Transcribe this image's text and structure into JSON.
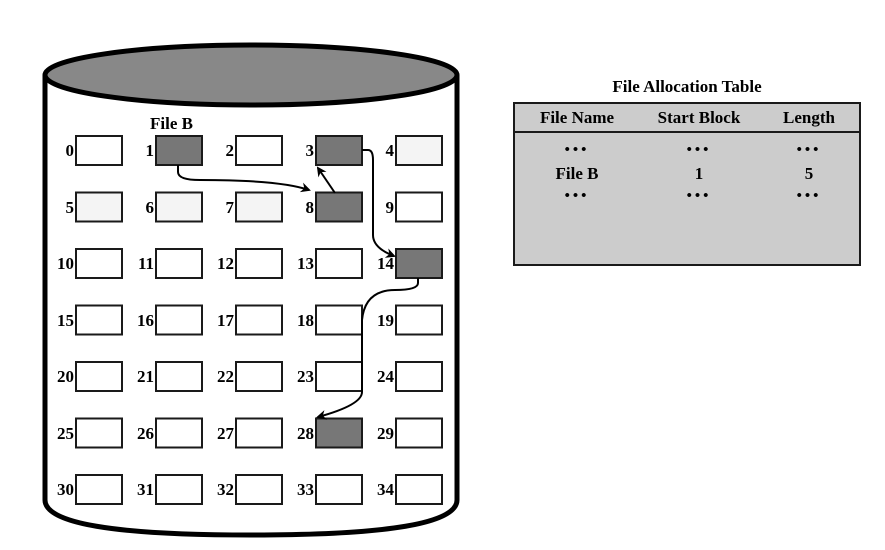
{
  "disk": {
    "file_label": "File B",
    "colors": {
      "disk_top": "#888888",
      "allocated_block": "#777777",
      "free_block": "#ffffff",
      "free_block_tinted": "#f4f4f4",
      "outline": "#000000"
    },
    "columns": 5,
    "blocks": [
      {
        "id": "0",
        "state": "free"
      },
      {
        "id": "1",
        "state": "allocated"
      },
      {
        "id": "2",
        "state": "free"
      },
      {
        "id": "3",
        "state": "allocated"
      },
      {
        "id": "4",
        "state": "free-tinted"
      },
      {
        "id": "5",
        "state": "free-tinted"
      },
      {
        "id": "6",
        "state": "free-tinted"
      },
      {
        "id": "7",
        "state": "free-tinted"
      },
      {
        "id": "8",
        "state": "allocated"
      },
      {
        "id": "9",
        "state": "free"
      },
      {
        "id": "10",
        "state": "free"
      },
      {
        "id": "11",
        "state": "free"
      },
      {
        "id": "12",
        "state": "free"
      },
      {
        "id": "13",
        "state": "free"
      },
      {
        "id": "14",
        "state": "allocated"
      },
      {
        "id": "15",
        "state": "free"
      },
      {
        "id": "16",
        "state": "free"
      },
      {
        "id": "17",
        "state": "free"
      },
      {
        "id": "18",
        "state": "free"
      },
      {
        "id": "19",
        "state": "free"
      },
      {
        "id": "20",
        "state": "free"
      },
      {
        "id": "21",
        "state": "free"
      },
      {
        "id": "22",
        "state": "free"
      },
      {
        "id": "23",
        "state": "free"
      },
      {
        "id": "24",
        "state": "free"
      },
      {
        "id": "25",
        "state": "free"
      },
      {
        "id": "26",
        "state": "free"
      },
      {
        "id": "27",
        "state": "free"
      },
      {
        "id": "28",
        "state": "allocated"
      },
      {
        "id": "29",
        "state": "free"
      },
      {
        "id": "30",
        "state": "free"
      },
      {
        "id": "31",
        "state": "free"
      },
      {
        "id": "32",
        "state": "free"
      },
      {
        "id": "33",
        "state": "free"
      },
      {
        "id": "34",
        "state": "free"
      }
    ],
    "chain": [
      1,
      8,
      3,
      14,
      28
    ]
  },
  "fat": {
    "title": "File Allocation Table",
    "headers": [
      "File Name",
      "Start Block",
      "Length"
    ],
    "rows": [
      [
        "•••",
        "•••",
        "•••"
      ],
      [
        "File B",
        "1",
        "5"
      ],
      [
        "•••",
        "•••",
        "•••"
      ]
    ]
  }
}
